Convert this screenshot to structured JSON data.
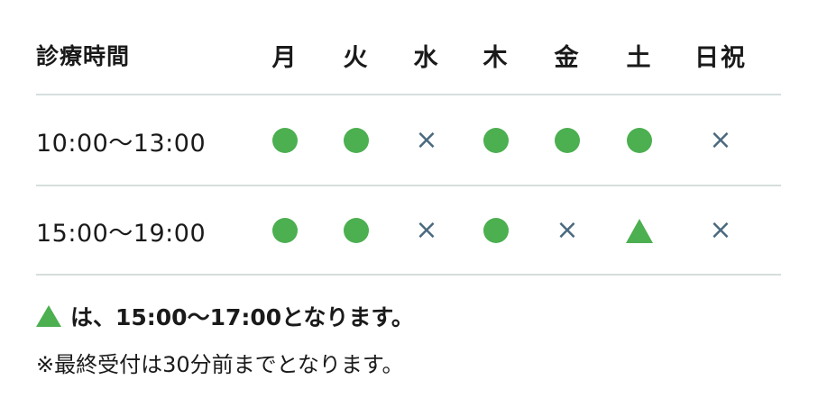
{
  "header": {
    "label": "診療時間",
    "days": [
      "月",
      "火",
      "水",
      "木",
      "金",
      "土",
      "日祝"
    ]
  },
  "rows": [
    {
      "time": "10:00〜13:00",
      "marks": [
        "circle",
        "circle",
        "cross",
        "circle",
        "circle",
        "circle",
        "cross"
      ]
    },
    {
      "time": "15:00〜19:00",
      "marks": [
        "circle",
        "circle",
        "cross",
        "circle",
        "cross",
        "triangle",
        "cross"
      ]
    }
  ],
  "mark_symbols": {
    "cross": "×"
  },
  "colors": {
    "circle": "#4caf50",
    "triangle": "#4caf50",
    "cross": "#4a6a80",
    "divider": "#d5dedd"
  },
  "notes": {
    "triangle_note": "は、15:00〜17:00となります。",
    "reception_note": "※最終受付は30分前までとなります。"
  }
}
